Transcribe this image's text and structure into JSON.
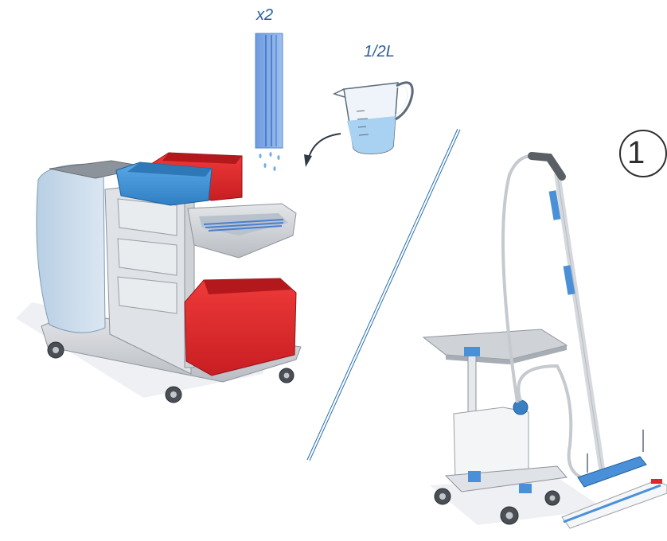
{
  "labels": {
    "quantity": "x2",
    "volume": "1/2L",
    "step_number": "1"
  },
  "colors": {
    "accent_blue": "#4a90d9",
    "label_blue": "#2b5d9c",
    "bucket_red": "#e3242b",
    "bucket_blue": "#3a8fd4",
    "cart_gray": "#c9ccd1",
    "bag_light_blue": "#c7d9ea"
  },
  "icons": [
    "mop-pad-icon",
    "measuring-jug-icon",
    "arrow-icon",
    "cleaning-cart-icon",
    "spray-mop-trolley-icon",
    "step-number-badge"
  ]
}
